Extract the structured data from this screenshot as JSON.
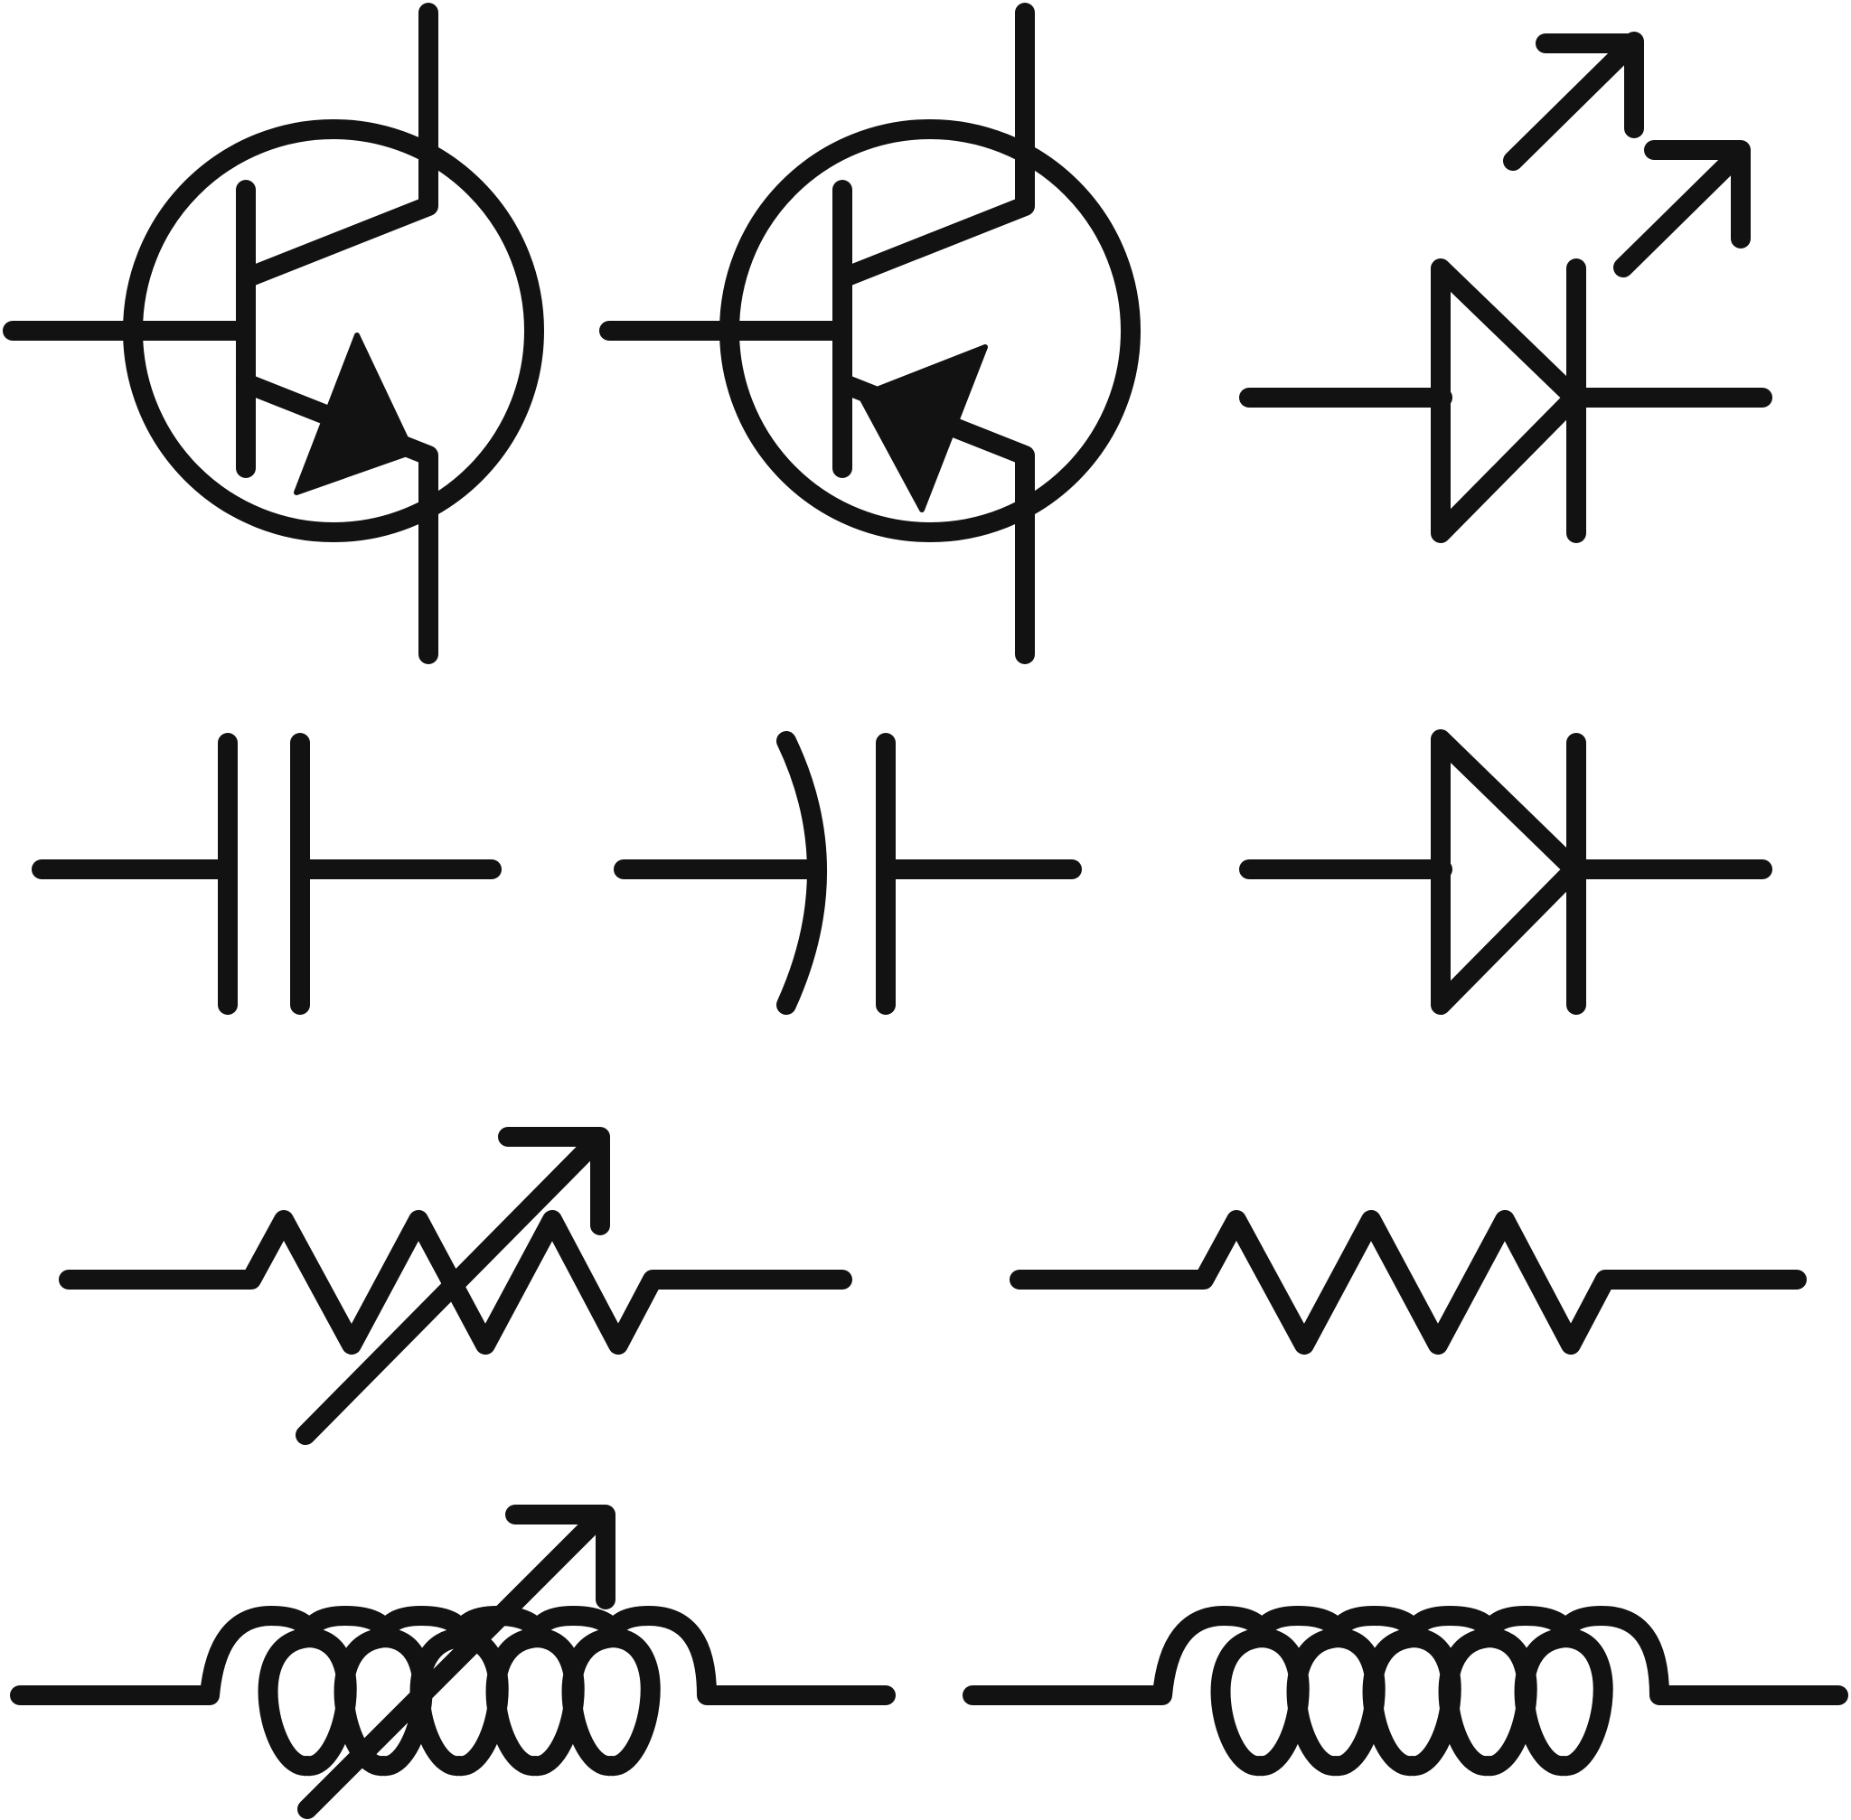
{
  "colors": {
    "ink": "#111211",
    "background": "#ffffff"
  },
  "symbols": [
    {
      "name": "npn-transistor"
    },
    {
      "name": "pnp-transistor"
    },
    {
      "name": "light-emitting-diode"
    },
    {
      "name": "capacitor"
    },
    {
      "name": "polarized-capacitor"
    },
    {
      "name": "diode"
    },
    {
      "name": "variable-resistor"
    },
    {
      "name": "resistor"
    },
    {
      "name": "variable-inductor"
    },
    {
      "name": "inductor"
    }
  ]
}
